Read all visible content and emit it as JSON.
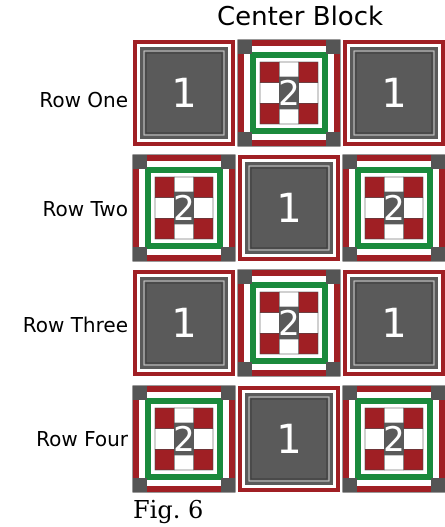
{
  "title": "Center Block",
  "caption": "Fig. 6",
  "colors": {
    "red": "#a01f24",
    "green": "#1a8a3c",
    "dark_gray": "#555555",
    "block_gray": "#5a5a5a",
    "white": "#ffffff"
  },
  "rows": [
    {
      "label": "Row One",
      "blocks": [
        "1",
        "2",
        "1"
      ]
    },
    {
      "label": "Row Two",
      "blocks": [
        "2",
        "1",
        "2"
      ]
    },
    {
      "label": "Row Three",
      "blocks": [
        "1",
        "2",
        "1"
      ]
    },
    {
      "label": "Row Four",
      "blocks": [
        "2",
        "1",
        "2"
      ]
    }
  ]
}
